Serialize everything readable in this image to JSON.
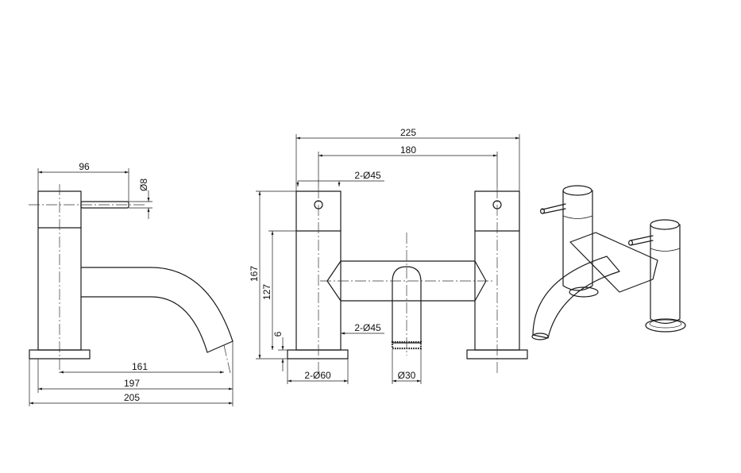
{
  "side_view": {
    "dims": {
      "lever_reach": "96",
      "lever_dia": "Ø8",
      "spout_161": "161",
      "spout_197": "197",
      "overall_205": "205"
    }
  },
  "front_view": {
    "dims": {
      "width_225": "225",
      "centres_180": "180",
      "handle_dia": "2-Ø45",
      "height_167": "167",
      "height_127": "127",
      "height_6": "6",
      "collar_dia": "2-Ø45",
      "base_dia": "2-Ø60",
      "spout_dia": "Ø30"
    }
  }
}
